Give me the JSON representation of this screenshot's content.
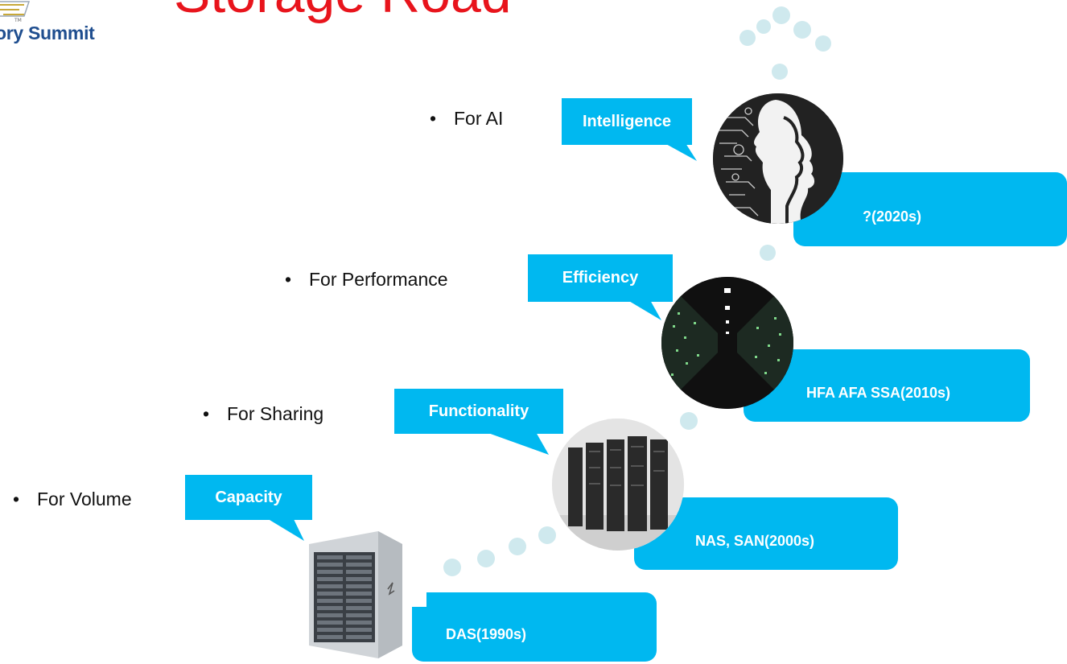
{
  "title": "Storage Road",
  "logo": {
    "text": "ory Summit"
  },
  "bullets": [
    {
      "text": "For AI"
    },
    {
      "text": "For Performance"
    },
    {
      "text": "For Sharing"
    },
    {
      "text": "For Volume"
    }
  ],
  "callouts": [
    {
      "label": "Intelligence"
    },
    {
      "label": "Efficiency"
    },
    {
      "label": "Functionality"
    },
    {
      "label": "Capacity"
    }
  ],
  "eras": [
    {
      "label": "?(2020s)"
    },
    {
      "label": "HFA AFA SSA(2010s)"
    },
    {
      "label": "NAS, SAN(2000s)"
    },
    {
      "label": "DAS(1990s)"
    }
  ],
  "colors": {
    "title": "#e8141c",
    "accent": "#00b8f0",
    "dots": "#cfe9ee",
    "logo_text": "#1f4e8f"
  },
  "icons": [
    "ai-face-icon",
    "datacenter-aisle-icon",
    "server-racks-icon",
    "storage-server-icon"
  ]
}
